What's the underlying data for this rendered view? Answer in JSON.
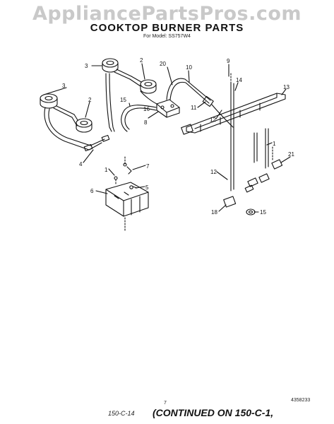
{
  "watermark": "AppliancePartsPros.com",
  "title": "COOKTOP BURNER PARTS",
  "subtitle": "For Model: SS757W4",
  "callouts": {
    "c1a": "1",
    "c1b": "1",
    "c2a": "2",
    "c2b": "2",
    "c3a": "3",
    "c3b": "3",
    "c4": "4",
    "c5": "5",
    "c6": "6",
    "c7": "7",
    "c8": "8",
    "c9": "9",
    "c10": "10",
    "c11": "11",
    "c12a": "12",
    "c12b": "12",
    "c13": "13",
    "c14": "14",
    "c15": "15",
    "c15b": "15",
    "c16": "16",
    "c18": "18",
    "c20": "20",
    "c21": "21"
  },
  "footer": {
    "page_number": "7",
    "part_number": "4358233",
    "handwritten_ref": "150-C-14",
    "continued_text": "(CONTINUED ON 150-C-1,"
  }
}
